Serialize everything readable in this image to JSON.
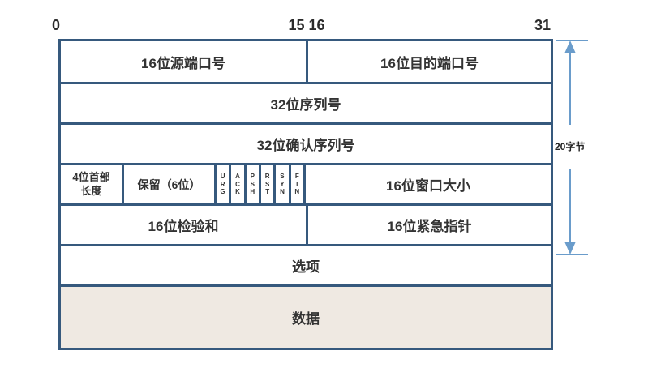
{
  "axis": {
    "start": "0",
    "middle": "15 16",
    "end": "31"
  },
  "fields": {
    "source_port": "16位源端口号",
    "dest_port": "16位目的端口号",
    "sequence": "32位序列号",
    "ack_sequence": "32位确认序列号",
    "header_length": "4位首部长度",
    "reserved": "保留（6位）",
    "flags": [
      "U\nR\nG",
      "A\nC\nK",
      "P\nS\nH",
      "R\nS\nT",
      "S\nY\nN",
      "F\nI\nN"
    ],
    "window_size": "16位窗口大小",
    "checksum": "16位检验和",
    "urgent_pointer": "16位紧急指针",
    "options": "选项",
    "data": "数据"
  },
  "annotation": {
    "byte_label": "20字节"
  },
  "colors": {
    "border": "#36597D",
    "arrow": "#6A9CCB",
    "data_row_background": "#EFE9E2",
    "text": "#333333"
  }
}
